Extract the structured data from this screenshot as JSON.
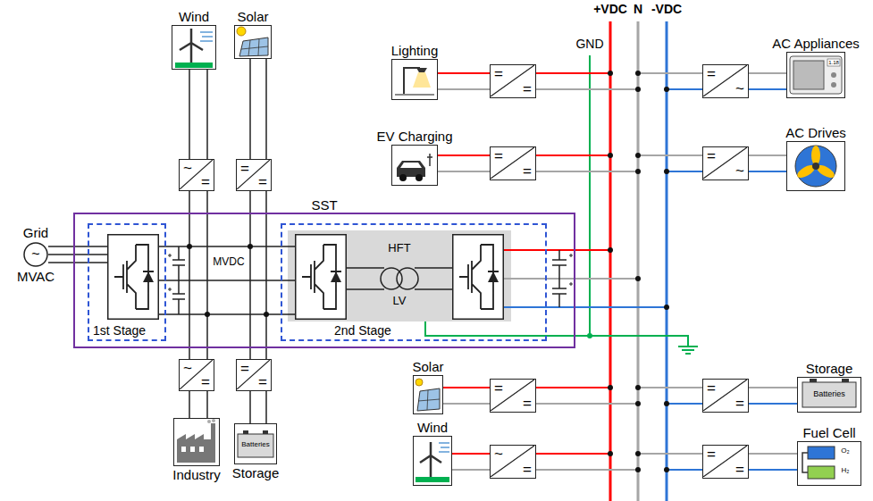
{
  "diagram": {
    "nodes": [
      {
        "text": [
          "Grid",
          "~",
          "MVAC"
        ]
      },
      {
        "text": [
          "SST"
        ]
      },
      {
        "text": [
          "1st Stage"
        ],
        "in": 1
      },
      {
        "text": [
          "2nd Stage"
        ],
        "in": 1
      },
      {
        "text": [
          "Wind"
        ]
      },
      {
        "text": [
          "Solar"
        ]
      },
      {
        "text": [
          "~",
          "="
        ]
      },
      {
        "text": [
          "=",
          "="
        ]
      },
      {
        "text": [
          "~",
          "="
        ]
      },
      {
        "text": [
          "=",
          "="
        ]
      },
      {
        "text": [
          "Industry"
        ]
      },
      {
        "text": [
          "Storage"
        ]
      },
      {
        "text": [
          "Lighting"
        ]
      },
      {
        "text": [
          "=",
          "="
        ]
      },
      {
        "text": [
          "EV Charging"
        ]
      },
      {
        "text": [
          "=",
          "="
        ]
      },
      {
        "text": [
          "AC Appliances"
        ]
      },
      {
        "text": [
          "=",
          "~"
        ]
      },
      {
        "text": [
          "AC Drives"
        ]
      },
      {
        "text": [
          "=",
          "~"
        ]
      },
      {
        "text": [
          "Solar"
        ]
      },
      {
        "text": [
          "=",
          "="
        ]
      },
      {
        "text": [
          "Wind"
        ]
      },
      {
        "text": [
          "~",
          "="
        ]
      },
      {
        "text": [
          "Storage"
        ]
      },
      {
        "text": [
          "=",
          "="
        ]
      },
      {
        "text": [
          "Fuel Cell"
        ]
      },
      {
        "text": [
          "=",
          "="
        ]
      }
    ],
    "edges": [
      {
        "from": 0,
        "to": 2,
        "arrow": "none"
      },
      {
        "from": 4,
        "to": 6,
        "arrow": "none"
      },
      {
        "from": 5,
        "to": 7,
        "arrow": "none"
      },
      {
        "from": 8,
        "to": 10,
        "arrow": "none"
      },
      {
        "from": 9,
        "to": 11,
        "arrow": "none"
      },
      {
        "from": 12,
        "to": 13,
        "arrow": "none"
      },
      {
        "from": 14,
        "to": 15,
        "arrow": "none"
      },
      {
        "from": 17,
        "to": 16,
        "arrow": "none"
      },
      {
        "from": 19,
        "to": 18,
        "arrow": "none"
      },
      {
        "from": 20,
        "to": 21,
        "arrow": "none"
      },
      {
        "from": 22,
        "to": 23,
        "arrow": "none"
      },
      {
        "from": 25,
        "to": 24,
        "arrow": "none"
      },
      {
        "from": 27,
        "to": 26,
        "arrow": "none"
      }
    ],
    "labels": [
      "+VDC",
      "N",
      "-VDC",
      "GND",
      "MVDC",
      "HFT",
      "LV",
      "Batteries",
      "Batteries",
      "1.18",
      "O₂",
      "H₂"
    ]
  }
}
